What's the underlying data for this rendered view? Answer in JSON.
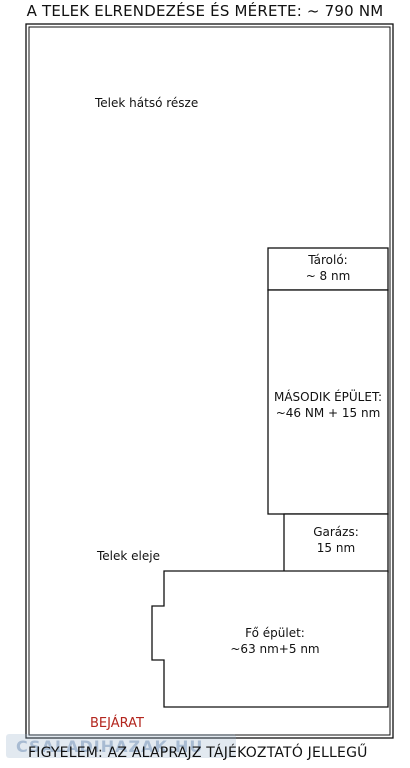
{
  "title": "A TELEK ELRENDEZÉSE ÉS MÉRETE: ~ 790 NM",
  "rooms": {
    "back": {
      "label": "Telek hátsó része"
    },
    "storage": {
      "name": "Tároló:",
      "size": "~ 8 nm"
    },
    "second_building": {
      "name": "MÁSODIK ÉPÜLET:",
      "size": "~46 NM + 15 nm"
    },
    "garage": {
      "name": "Garázs:",
      "size": "15 nm"
    },
    "front": {
      "label": "Telek eleje"
    },
    "main_building": {
      "name": "Fő épület:",
      "size": "~63 nm+5 nm"
    }
  },
  "entrance": "BEJÁRAT",
  "watermark": "CSALADIHAZAK.HU",
  "footer": "FIGYELEM: AZ ALAPRAJZ TÁJÉKOZTATÓ JELLEGŰ",
  "colors": {
    "lines": "#111111",
    "entrance": "#b3261e"
  }
}
